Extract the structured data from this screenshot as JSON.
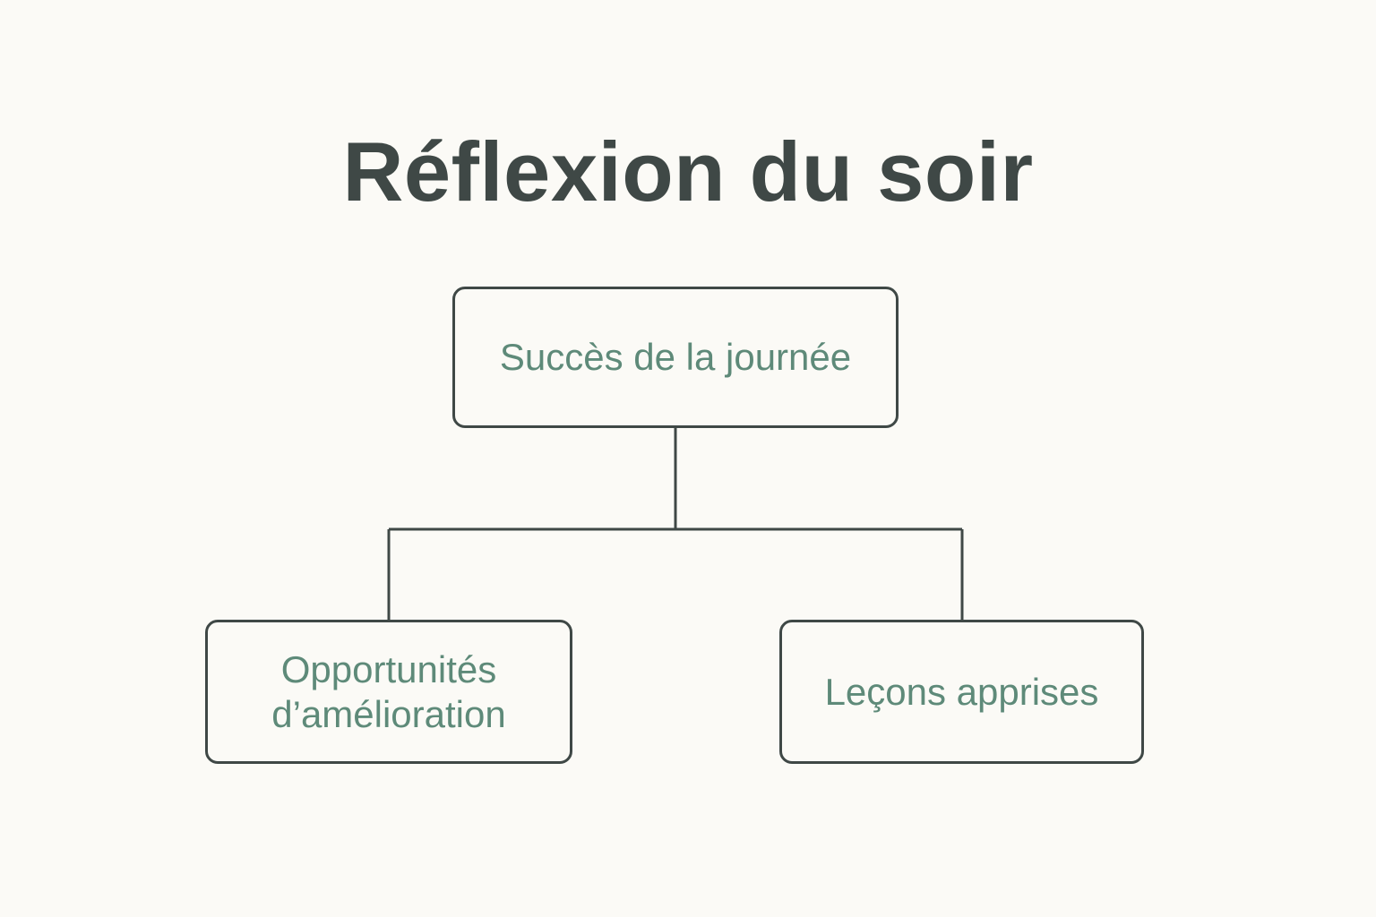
{
  "title": "Réflexion du soir",
  "colors": {
    "background": "#fbfaf6",
    "title_text": "#3f4846",
    "border": "#3f4846",
    "node_text": "#5e8a79"
  },
  "nodes": {
    "root": {
      "label": "Succès de la journée"
    },
    "left": {
      "label": "Opportunités\nd’amélioration"
    },
    "right": {
      "label": "Leçons apprises"
    }
  },
  "edges": [
    {
      "from": "root",
      "to": "left"
    },
    {
      "from": "root",
      "to": "right"
    }
  ]
}
